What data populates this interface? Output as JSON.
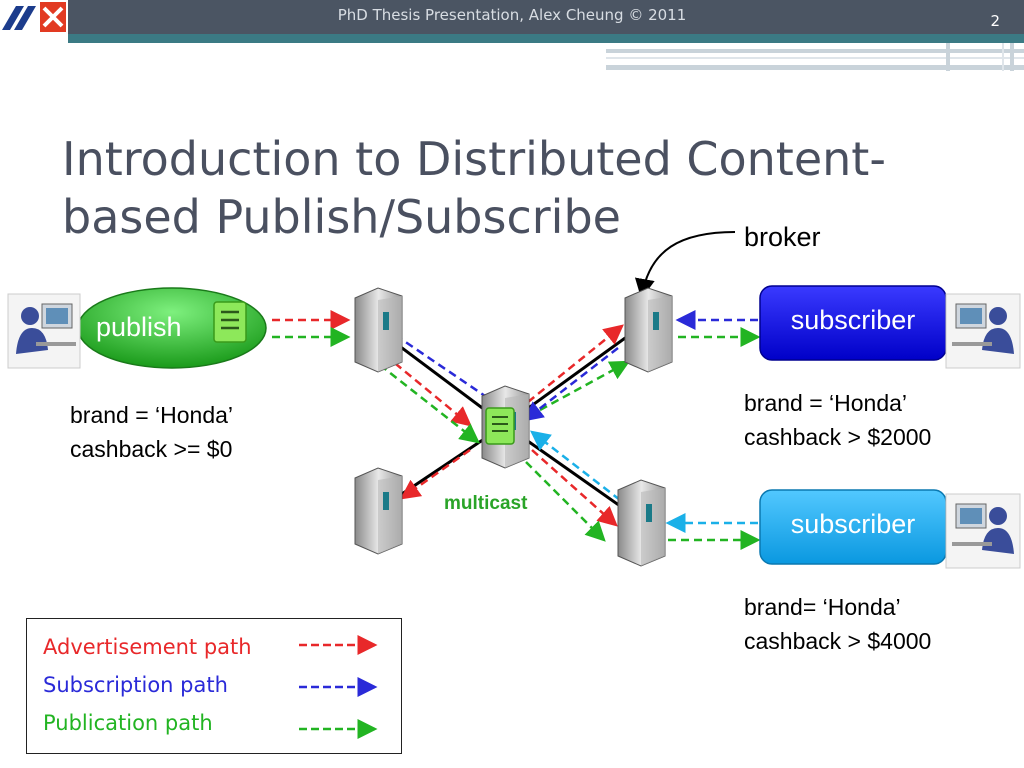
{
  "header": {
    "title": "PhD Thesis Presentation, Alex Cheung © 2011",
    "slide_number": "2"
  },
  "slide": {
    "title_line1": "Introduction to Distributed Content-",
    "title_line2": "based Publish/Subscribe"
  },
  "diagram": {
    "broker_label": "broker",
    "publisher_label": "publish",
    "subscriber1_label": "subscriber",
    "subscriber2_label": "subscriber",
    "multicast_label": "multicast",
    "publisher_filter": {
      "line1": "brand = ‘Honda’",
      "line2": "cashback >= $0"
    },
    "subscriber1_filter": {
      "line1": "brand = ‘Honda’",
      "line2": "cashback > $2000"
    },
    "subscriber2_filter": {
      "line1": "brand= ‘Honda’",
      "line2": "cashback > $4000"
    }
  },
  "legend": {
    "advertisement": "Advertisement path",
    "subscription": "Subscription path",
    "publication": "Publication path"
  },
  "colors": {
    "advertisement": "#e8282a",
    "subscription": "#2a2ad8",
    "publication": "#22b422",
    "subscription_light": "#1ab0e8",
    "header": "#4b5563",
    "accent": "#3b7a84",
    "publisher_green": "#2cb82c",
    "subscriber1_blue": "#1010e0",
    "subscriber2_cyan": "#1aa8ec"
  }
}
